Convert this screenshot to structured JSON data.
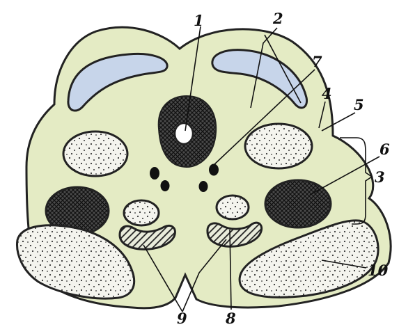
{
  "colors": {
    "section_fill": "#e4ebc4",
    "outline": "#222222",
    "ventricle_fill": "#c7d5ea",
    "stipple_fill": "#f4f4ee",
    "hatch_fill": "#3a3a3a"
  },
  "labels": {
    "l1": "1",
    "l2": "2",
    "l3": "3",
    "l4": "4",
    "l5": "5",
    "l6": "6",
    "l7": "7",
    "l8": "8",
    "l9": "9",
    "l10": "10"
  }
}
